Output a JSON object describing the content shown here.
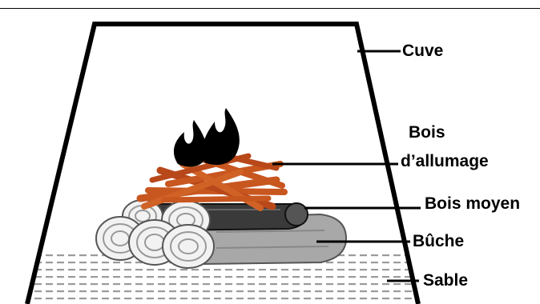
{
  "labels": {
    "cuve": "Cuve",
    "bois_allumage_line1": "Bois",
    "bois_allumage_line2": "d’allumage",
    "bois_moyen": "Bois moyen",
    "buche": "Bûche",
    "sable": "Sable"
  },
  "colors": {
    "outline": "#000000",
    "flame": "#000000",
    "kindling": "#c8561f",
    "kindling_dark": "#8e3512",
    "medium_wood": "#3a3a3a",
    "log_light": "#f2f2f2",
    "log_grey": "#a8a8a8",
    "sand_dash": "#9a9a9a"
  }
}
